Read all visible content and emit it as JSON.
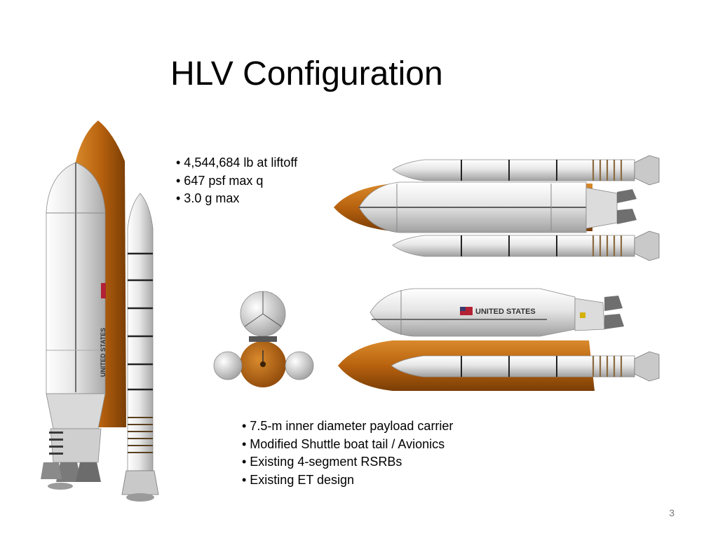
{
  "title": "HLV Configuration",
  "bullets_top": [
    "• 4,544,684 lb at liftoff",
    "• 647 psf max q",
    "• 3.0 g max"
  ],
  "bullets_bottom": [
    "• 7.5-m inner diameter payload carrier",
    "• Modified Shuttle boat tail / Avionics",
    "• Existing 4-segment RSRBs",
    "• Existing ET design"
  ],
  "vehicle_marking_side": "UNITED STATES",
  "vehicle_marking_vertical": "UNITED STATES",
  "page_number": "3",
  "colors": {
    "external_tank": "#b8620e",
    "carrier_white": "#e6e6e6",
    "srb_white": "#eaeaea",
    "nozzle": "#777777"
  }
}
